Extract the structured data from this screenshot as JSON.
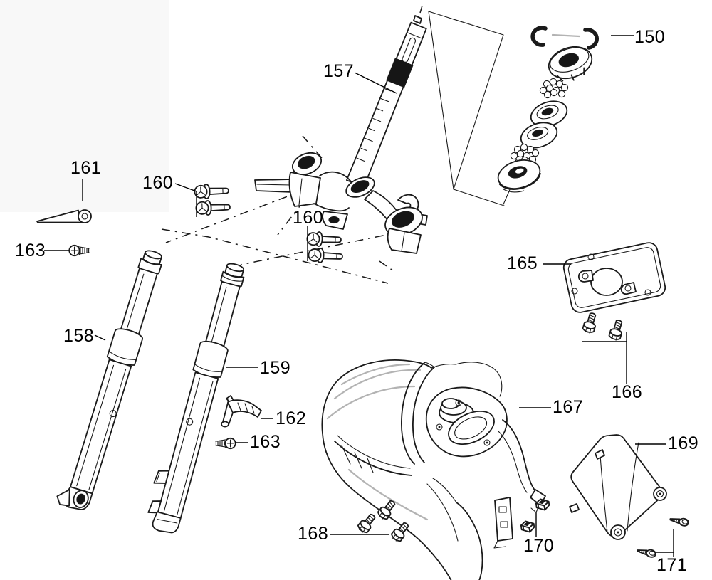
{
  "colors": {
    "bg": "#ffffff",
    "line": "#1a1a1a",
    "shade": "#b3b3b3",
    "dark": "#161616"
  },
  "diagram": {
    "type": "exploded-parts-diagram",
    "subject": "front fork / steering stem / front fender assembly"
  },
  "labels": [
    {
      "id": "150",
      "text": "150"
    },
    {
      "id": "157",
      "text": "157"
    },
    {
      "id": "158",
      "text": "158"
    },
    {
      "id": "159",
      "text": "159"
    },
    {
      "id": "160-upper",
      "text": "160"
    },
    {
      "id": "160-lower",
      "text": "160"
    },
    {
      "id": "161",
      "text": "161"
    },
    {
      "id": "162",
      "text": "162"
    },
    {
      "id": "163-left",
      "text": "163"
    },
    {
      "id": "163-right",
      "text": "163"
    },
    {
      "id": "165",
      "text": "165"
    },
    {
      "id": "166",
      "text": "166"
    },
    {
      "id": "167",
      "text": "167"
    },
    {
      "id": "168",
      "text": "168"
    },
    {
      "id": "169",
      "text": "169"
    },
    {
      "id": "170",
      "text": "170"
    },
    {
      "id": "171",
      "text": "171"
    }
  ]
}
